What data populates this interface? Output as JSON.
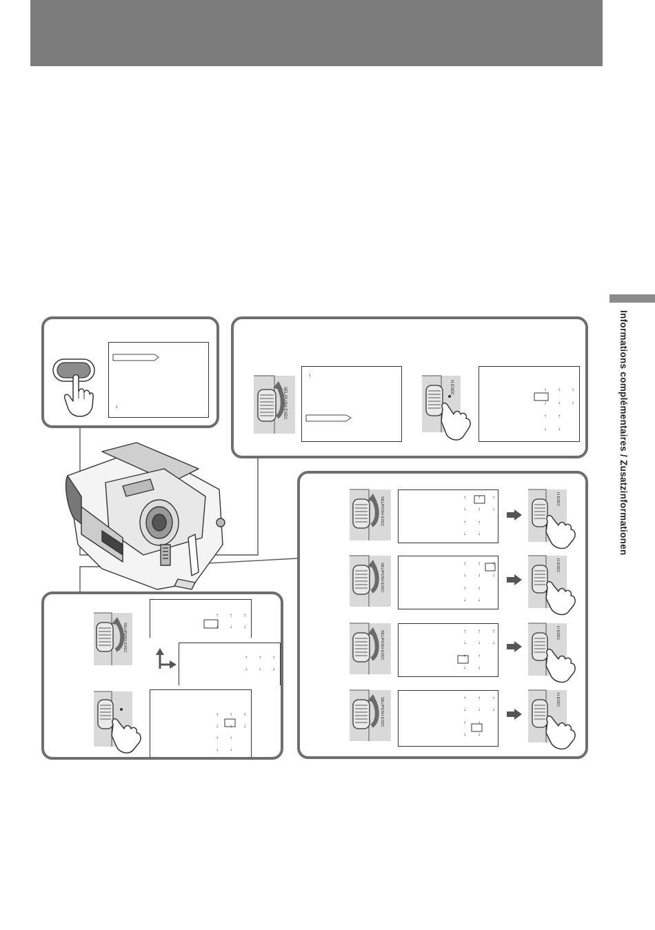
{
  "sidebar": {
    "label": "Informations complémentaires / Zusatzinformationen"
  },
  "dial": {
    "label": "SEL/PUSH EXEC",
    "label_partial": "H EXEC"
  },
  "grid_marks": {
    "up": "↑",
    "down": "↓"
  },
  "colors": {
    "header_band": "#7c7c7c",
    "panel_border": "#6e6e6e",
    "dial_background": "#d9d9d9",
    "side_tab": "#8a8a8a"
  },
  "icons": [
    "hand-press-icon",
    "dial-rotate-icon",
    "arrow-right-icon",
    "camcorder-illustration",
    "corner-arrow-icon"
  ]
}
